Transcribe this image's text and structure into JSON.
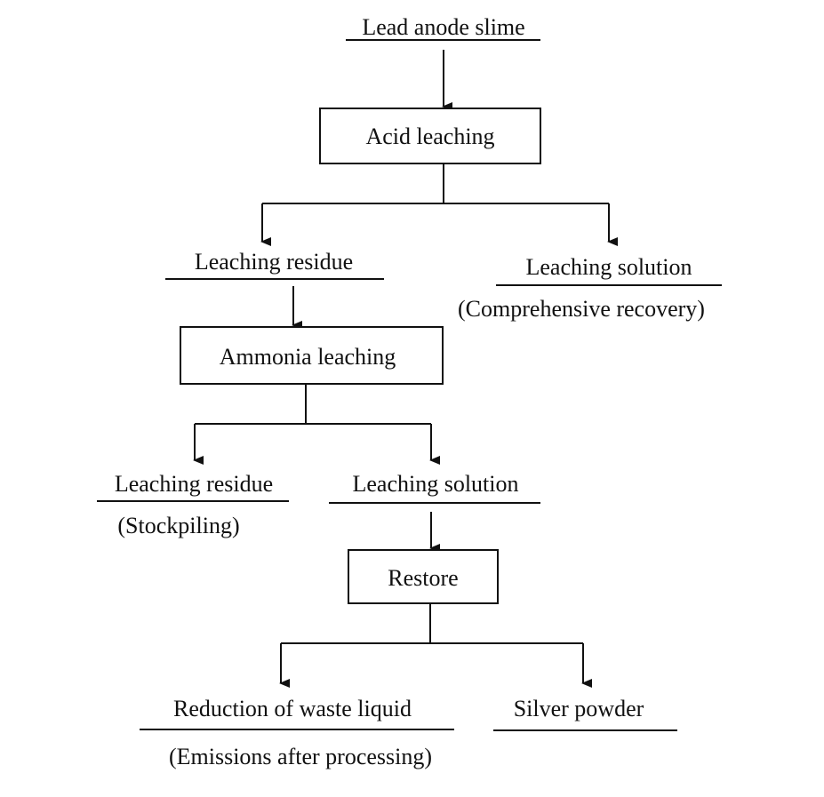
{
  "diagram": {
    "nodes": {
      "lead_anode_slime": "Lead anode slime",
      "acid_leaching": "Acid leaching",
      "leaching_residue_1": "Leaching residue",
      "leaching_solution_1": "Leaching solution",
      "leaching_solution_1_note": "(Comprehensive recovery)",
      "ammonia_leaching": "Ammonia leaching",
      "leaching_residue_2": "Leaching residue",
      "leaching_residue_2_note": "(Stockpiling)",
      "leaching_solution_2": "Leaching solution",
      "restore": "Restore",
      "reduction_waste_liquid": "Reduction of waste liquid",
      "reduction_waste_liquid_note": "(Emissions after processing)",
      "silver_powder": "Silver powder"
    },
    "edges": [
      {
        "from": "lead_anode_slime",
        "to": "acid_leaching"
      },
      {
        "from": "acid_leaching",
        "to": "leaching_residue_1"
      },
      {
        "from": "acid_leaching",
        "to": "leaching_solution_1"
      },
      {
        "from": "leaching_residue_1",
        "to": "ammonia_leaching"
      },
      {
        "from": "ammonia_leaching",
        "to": "leaching_residue_2"
      },
      {
        "from": "ammonia_leaching",
        "to": "leaching_solution_2"
      },
      {
        "from": "leaching_solution_2",
        "to": "restore"
      },
      {
        "from": "restore",
        "to": "reduction_waste_liquid"
      },
      {
        "from": "restore",
        "to": "silver_powder"
      }
    ],
    "colors": {
      "stroke": "#111111",
      "background": "#ffffff"
    }
  }
}
